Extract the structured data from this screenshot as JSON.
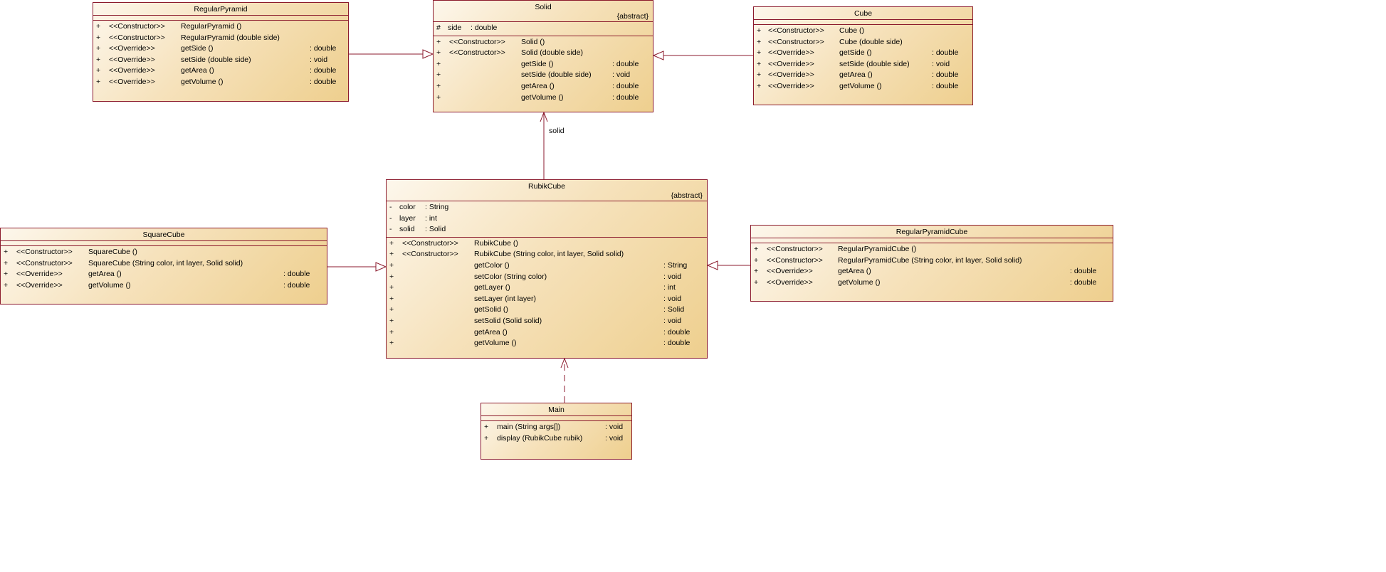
{
  "classes": {
    "solid": {
      "name": "Solid",
      "stereotype": "{abstract}",
      "attributes": [
        {
          "vis": "#",
          "name": "side",
          "type": ": double"
        }
      ],
      "operations": [
        {
          "vis": "+",
          "stereo": "<<Constructor>>",
          "sig": "Solid ()",
          "ret": ""
        },
        {
          "vis": "+",
          "stereo": "<<Constructor>>",
          "sig": "Solid (double side)",
          "ret": ""
        },
        {
          "vis": "+",
          "stereo": "",
          "sig": "getSide ()",
          "ret": ": double"
        },
        {
          "vis": "+",
          "stereo": "",
          "sig": "setSide (double side)",
          "ret": ": void"
        },
        {
          "vis": "+",
          "stereo": "",
          "sig": "getArea ()",
          "ret": ": double"
        },
        {
          "vis": "+",
          "stereo": "",
          "sig": "getVolume ()",
          "ret": ": double"
        }
      ]
    },
    "regular_pyramid": {
      "name": "RegularPyramid",
      "stereotype": "",
      "attributes": [],
      "operations": [
        {
          "vis": "+",
          "stereo": "<<Constructor>>",
          "sig": "RegularPyramid ()",
          "ret": ""
        },
        {
          "vis": "+",
          "stereo": "<<Constructor>>",
          "sig": "RegularPyramid (double side)",
          "ret": ""
        },
        {
          "vis": "+",
          "stereo": "<<Override>>",
          "sig": "getSide ()",
          "ret": ": double"
        },
        {
          "vis": "+",
          "stereo": "<<Override>>",
          "sig": "setSide (double side)",
          "ret": ": void"
        },
        {
          "vis": "+",
          "stereo": "<<Override>>",
          "sig": "getArea ()",
          "ret": ": double"
        },
        {
          "vis": "+",
          "stereo": "<<Override>>",
          "sig": "getVolume ()",
          "ret": ": double"
        }
      ]
    },
    "cube": {
      "name": "Cube",
      "stereotype": "",
      "attributes": [],
      "operations": [
        {
          "vis": "+",
          "stereo": "<<Constructor>>",
          "sig": "Cube ()",
          "ret": ""
        },
        {
          "vis": "+",
          "stereo": "<<Constructor>>",
          "sig": "Cube (double side)",
          "ret": ""
        },
        {
          "vis": "+",
          "stereo": "<<Override>>",
          "sig": "getSide ()",
          "ret": ": double"
        },
        {
          "vis": "+",
          "stereo": "<<Override>>",
          "sig": "setSide (double side)",
          "ret": ": void"
        },
        {
          "vis": "+",
          "stereo": "<<Override>>",
          "sig": "getArea ()",
          "ret": ": double"
        },
        {
          "vis": "+",
          "stereo": "<<Override>>",
          "sig": "getVolume ()",
          "ret": ": double"
        }
      ]
    },
    "rubik_cube": {
      "name": "RubikCube",
      "stereotype": "{abstract}",
      "attributes": [
        {
          "vis": "-",
          "name": "color",
          "type": ": String"
        },
        {
          "vis": "-",
          "name": "layer",
          "type": ": int"
        },
        {
          "vis": "-",
          "name": "solid",
          "type": ": Solid"
        }
      ],
      "operations": [
        {
          "vis": "+",
          "stereo": "<<Constructor>>",
          "sig": "RubikCube ()",
          "ret": ""
        },
        {
          "vis": "+",
          "stereo": "<<Constructor>>",
          "sig": "RubikCube (String color, int layer, Solid solid)",
          "ret": ""
        },
        {
          "vis": "+",
          "stereo": "",
          "sig": "getColor ()",
          "ret": ": String"
        },
        {
          "vis": "+",
          "stereo": "",
          "sig": "setColor (String color)",
          "ret": ": void"
        },
        {
          "vis": "+",
          "stereo": "",
          "sig": "getLayer ()",
          "ret": ": int"
        },
        {
          "vis": "+",
          "stereo": "",
          "sig": "setLayer (int layer)",
          "ret": ": void"
        },
        {
          "vis": "+",
          "stereo": "",
          "sig": "getSolid ()",
          "ret": ": Solid"
        },
        {
          "vis": "+",
          "stereo": "",
          "sig": "setSolid (Solid solid)",
          "ret": ": void"
        },
        {
          "vis": "+",
          "stereo": "",
          "sig": "getArea ()",
          "ret": ": double"
        },
        {
          "vis": "+",
          "stereo": "",
          "sig": "getVolume ()",
          "ret": ": double"
        }
      ]
    },
    "square_cube": {
      "name": "SquareCube",
      "stereotype": "",
      "attributes": [],
      "operations": [
        {
          "vis": "+",
          "stereo": "<<Constructor>>",
          "sig": "SquareCube ()",
          "ret": ""
        },
        {
          "vis": "+",
          "stereo": "<<Constructor>>",
          "sig": "SquareCube (String color, int layer, Solid solid)",
          "ret": ""
        },
        {
          "vis": "+",
          "stereo": "<<Override>>",
          "sig": "getArea ()",
          "ret": ": double"
        },
        {
          "vis": "+",
          "stereo": "<<Override>>",
          "sig": "getVolume ()",
          "ret": ": double"
        }
      ]
    },
    "regular_pyramid_cube": {
      "name": "RegularPyramidCube",
      "stereotype": "",
      "attributes": [],
      "operations": [
        {
          "vis": "+",
          "stereo": "<<Constructor>>",
          "sig": "RegularPyramidCube ()",
          "ret": ""
        },
        {
          "vis": "+",
          "stereo": "<<Constructor>>",
          "sig": "RegularPyramidCube (String color, int layer, Solid solid)",
          "ret": ""
        },
        {
          "vis": "+",
          "stereo": "<<Override>>",
          "sig": "getArea ()",
          "ret": ": double"
        },
        {
          "vis": "+",
          "stereo": "<<Override>>",
          "sig": "getVolume ()",
          "ret": ": double"
        }
      ]
    },
    "main": {
      "name": "Main",
      "stereotype": "",
      "attributes": [],
      "operations": [
        {
          "vis": "+",
          "stereo": "",
          "sig": "main (String args[])",
          "ret": ": void"
        },
        {
          "vis": "+",
          "stereo": "",
          "sig": "display (RubikCube rubik)",
          "ret": ": void"
        }
      ]
    }
  },
  "relations": {
    "association_label": "solid"
  },
  "colors": {
    "border": "#8b1a2c",
    "fill_light": "#fdf7ec",
    "fill_dark": "#eecf8e",
    "edge": "#8b1a2c"
  }
}
